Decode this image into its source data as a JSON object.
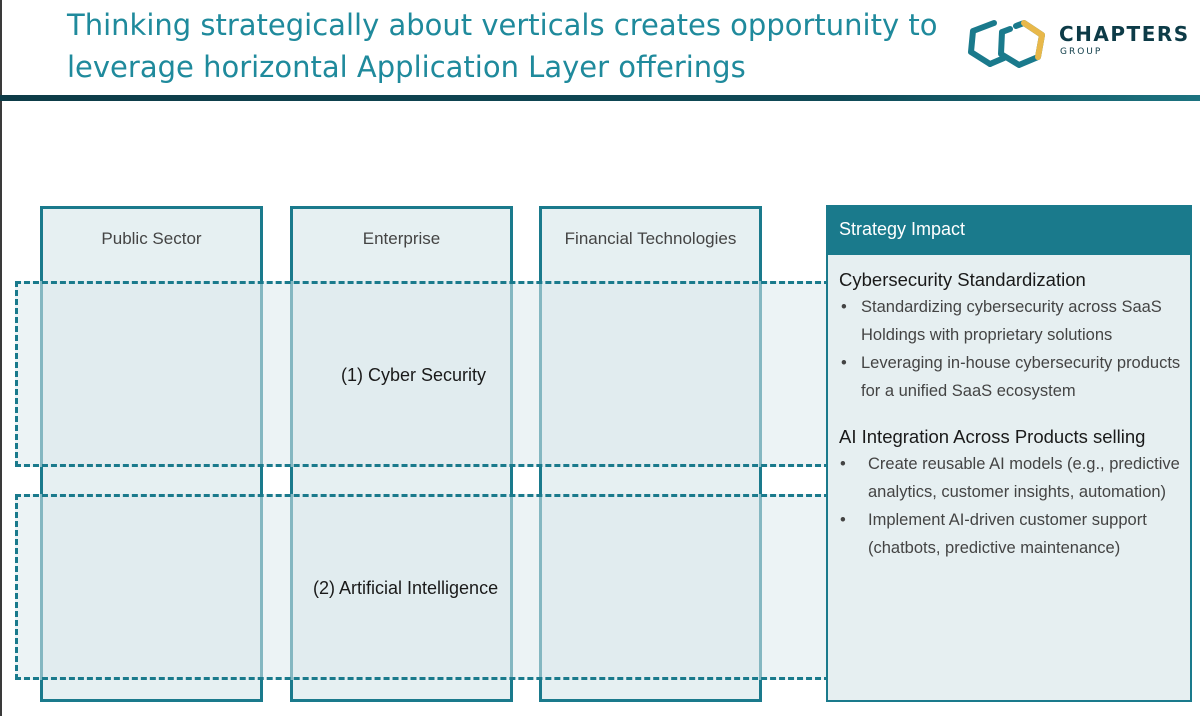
{
  "header": {
    "title_line1": "Thinking strategically about verticals creates opportunity to",
    "title_line2": "leverage horizontal Application Layer offerings"
  },
  "logo": {
    "name": "CHAPTERS",
    "sub": "GROUP"
  },
  "colors": {
    "teal": "#1a7a8c",
    "dark_navy": "#0d3b47",
    "title_teal": "#1f8a9c",
    "logo_gold": "#e8b84a"
  },
  "verticals": [
    "Public Sector",
    "Enterprise",
    "Financial Technologies"
  ],
  "horizontals": [
    "(1) Cyber Security",
    "(2) Artificial Intelligence"
  ],
  "impact": {
    "header": "Strategy Impact",
    "sections": [
      {
        "title": "Cybersecurity Standardization",
        "items": [
          "Standardizing cybersecurity across SaaS Holdings with proprietary solutions",
          "Leveraging in-house cybersecurity products for a unified SaaS ecosystem"
        ]
      },
      {
        "title": "AI Integration Across Products selling",
        "items": [
          "Create reusable AI models (e.g., predictive analytics, customer insights, automation)",
          "Implement AI-driven customer support (chatbots, predictive maintenance)"
        ]
      }
    ],
    "bullet": "•"
  }
}
